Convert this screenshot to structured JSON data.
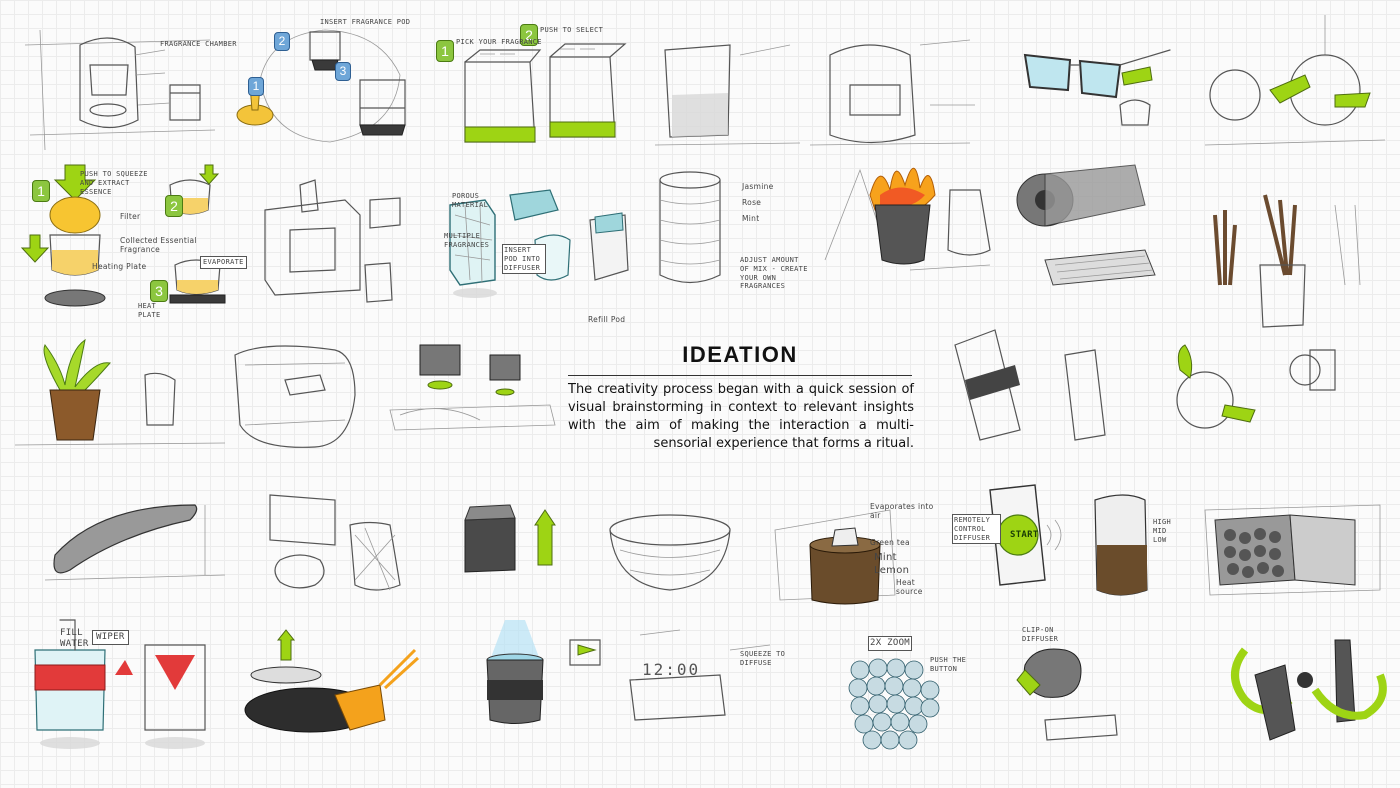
{
  "heading": "IDEATION",
  "body_text": "The creativity process began with a quick session of visual brainstorming in context to relevant insights with the aim of making the interaction a multi-sensorial experience that forms a ritual.",
  "colors": {
    "accent_green": "#9ed414",
    "accent_blue": "#6ea6d8",
    "ink": "#555555",
    "orange": "#f4a21c"
  },
  "steps": {
    "one": "1",
    "two": "2",
    "three": "3"
  },
  "notes": {
    "insert_pod": "Insert fragrance pod",
    "pick_fragrance": "Pick your fragrance",
    "push_to_select": "Push to select",
    "push_squeeze": "Push to squeeze and extract essence",
    "filter": "Filter",
    "collected": "Collected Essential Fragrance",
    "heating_plate": "Heating Plate",
    "evaporate": "Evaporate",
    "heat_plate": "Heat plate",
    "jasmine": "Jasmine",
    "rose": "Rose",
    "mint": "Mint",
    "adjust": "Adjust amount of mix - create your own fragrances",
    "porous": "Porous material",
    "multiple": "Multiple fragrances",
    "insert_pod_diffuser": "Insert pod into diffuser",
    "refill": "Refill Pod",
    "remotely": "Remotely control diffuser",
    "start": "START",
    "evaporates": "Evaporates into air",
    "green_tea": "Green tea",
    "mint_lemon": "Mint Lemon",
    "heat_source": "Heat source",
    "high_mid_low": "High Mid Low",
    "fill_water": "Fill water",
    "wiper": "Wiper",
    "clip_on": "Clip-on diffuser",
    "push_button": "Push the button",
    "zoom": "2x zoom",
    "squeeze": "Squeeze to diffuse",
    "clock": "12:00"
  }
}
